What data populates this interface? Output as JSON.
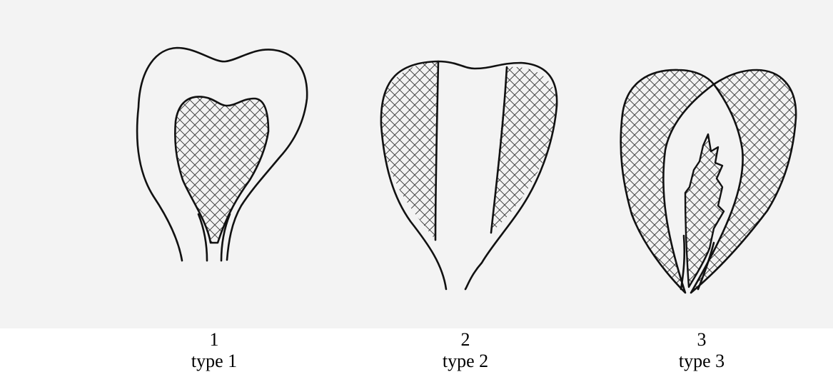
{
  "figures": [
    {
      "number": "1",
      "type_label": "type 1"
    },
    {
      "number": "2",
      "type_label": "type 2"
    },
    {
      "number": "3",
      "type_label": "type 3"
    }
  ],
  "colors": {
    "ink": "#111111",
    "paper": "#f3f3f3",
    "background": "#ffffff"
  }
}
